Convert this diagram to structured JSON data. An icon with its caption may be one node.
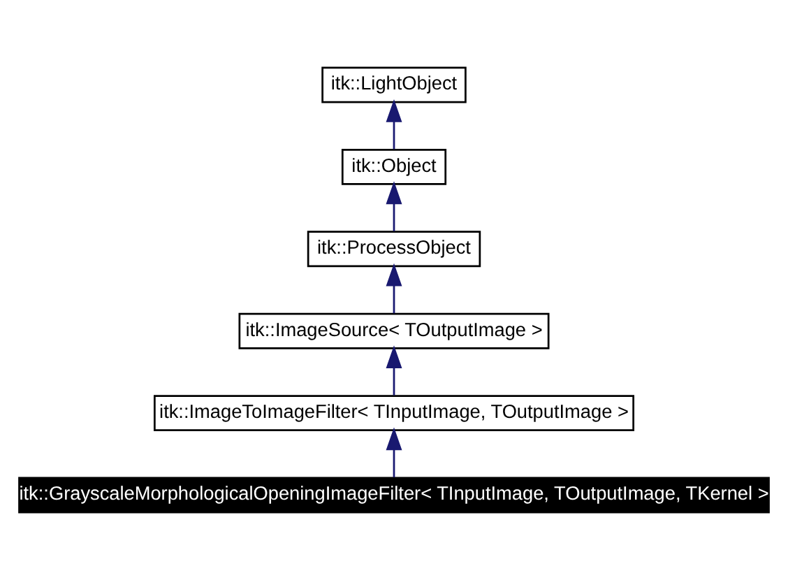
{
  "diagram": {
    "nodes": [
      {
        "text": [
          "itk::LightObject"
        ]
      },
      {
        "text": [
          "itk::Object"
        ]
      },
      {
        "text": [
          "itk::ProcessObject"
        ]
      },
      {
        "text": [
          "itk::ImageSource< TOutputImage >"
        ]
      },
      {
        "text": [
          "itk::ImageToImageFilter< TInputImage, TOutputImage >"
        ]
      },
      {
        "text": [
          "itk::GrayscaleMorphologicalOpeningImageFilter< TInputImage, TOutputImage, TKernel >"
        ]
      }
    ],
    "edges": [
      {
        "from": 1,
        "to": 0,
        "arrow": "to"
      },
      {
        "from": 2,
        "to": 1,
        "arrow": "to"
      },
      {
        "from": 3,
        "to": 2,
        "arrow": "to"
      },
      {
        "from": 4,
        "to": 3,
        "arrow": "to"
      },
      {
        "from": 5,
        "to": 4,
        "arrow": "to"
      }
    ]
  }
}
